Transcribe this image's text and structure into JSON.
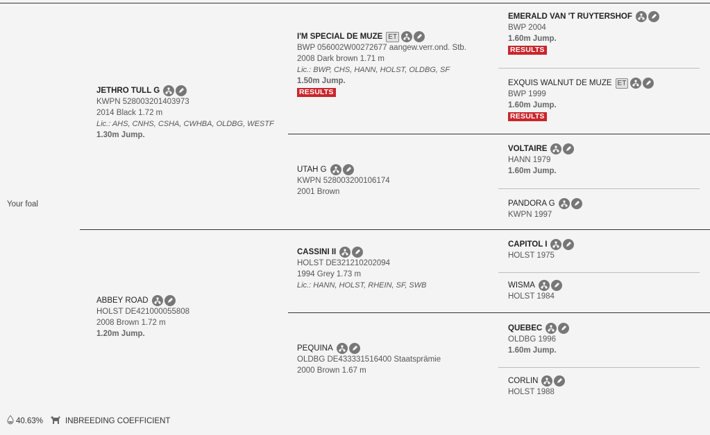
{
  "subject": {
    "label": "Your foal"
  },
  "sire": {
    "name": "JETHRO TULL G",
    "reg": "KWPN 528003201403973",
    "details": "2014 Black 1.72 m",
    "lic": "Lic.: AHS, CNHS, CSHA, CWHBA, OLDBG, WESTF",
    "jump": "1.30m Jump."
  },
  "dam": {
    "name": "ABBEY ROAD",
    "reg": "HOLST DE421000055808",
    "details": "2008 Brown 1.72 m",
    "jump": "1.20m Jump."
  },
  "sire_sire": {
    "name": "I'M SPECIAL DE MUZE",
    "badge": "ET",
    "reg": "BWP 056002W00272677 aangew.verr.ond. Stb.",
    "details": "2008 Dark brown 1.71 m",
    "lic": "Lic.: BWP, CHS, HANN, HOLST, OLDBG, SF",
    "jump": "1.50m Jump.",
    "results": "RESULTS"
  },
  "sire_dam": {
    "name": "UTAH G",
    "reg": "KWPN 528003200106174",
    "details": "2001 Brown"
  },
  "dam_sire": {
    "name": "CASSINI II",
    "reg": "HOLST DE321210202094",
    "details": "1994 Grey 1.73 m",
    "lic": "Lic.: HANN, HOLST, RHEIN, SF, SWB"
  },
  "dam_dam": {
    "name": "PEQUINA",
    "reg": "OLDBG DE433331516400 Staatsprämie",
    "details": "2000 Brown 1.67 m"
  },
  "ggp": [
    {
      "name": "EMERALD VAN 'T RUYTERSHOF",
      "reg": "BWP  2004",
      "jump": "1.60m Jump.",
      "results": "RESULTS"
    },
    {
      "name": "EXQUIS WALNUT DE MUZE",
      "badge": "ET",
      "reg": "BWP  1999",
      "jump": "1.60m Jump.",
      "results": "RESULTS"
    },
    {
      "name": "VOLTAIRE",
      "reg": "HANN  1979",
      "jump": "1.60m Jump."
    },
    {
      "name": "PANDORA G",
      "reg": "KWPN  1997"
    },
    {
      "name": "CAPITOL I",
      "reg": "HOLST  1975"
    },
    {
      "name": "WISMA",
      "reg": "HOLST  1984"
    },
    {
      "name": "QUEBEC",
      "reg": "OLDBG  1996",
      "jump": "1.60m Jump."
    },
    {
      "name": "CORLIN",
      "reg": "HOLST  1988"
    }
  ],
  "footer": {
    "percent": "40.63%",
    "label": "INBREEDING COEFFICIENT"
  },
  "icons": {
    "pedigree": "pedigree-tree-icon",
    "edit": "edit-pencil-icon",
    "drop": "drop-icon",
    "horse": "horse-icon"
  }
}
